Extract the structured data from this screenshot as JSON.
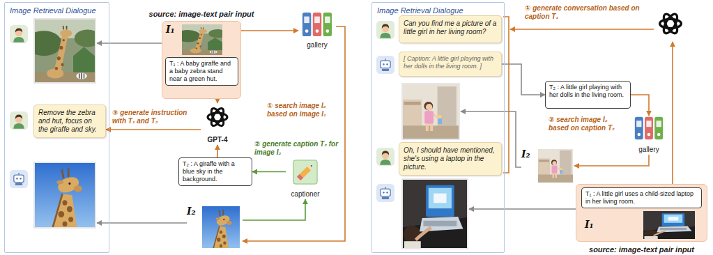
{
  "diagram": {
    "nodes": [
      {
        "text": [
          "Image Retrieval Dialogue"
        ]
      },
      {
        "text": [
          "Remove the zebra and hut, focus on the giraffe and sky."
        ],
        "in": 0
      },
      {
        "text": [
          "source: image-text pair input",
          "I₁"
        ]
      },
      {
        "text": [
          "T₁ : A baby giraffe and a baby zebra stand near a green hut."
        ],
        "in": 2
      },
      {
        "text": [
          "gallery"
        ]
      },
      {
        "text": [
          "GPT-4"
        ]
      },
      {
        "text": [
          "T₂ : A giraffe with a blue sky in the background."
        ]
      },
      {
        "text": [
          "captioner"
        ]
      },
      {
        "text": [
          "I₂"
        ]
      },
      {
        "text": [
          "Image Retrieval Dialogue"
        ]
      },
      {
        "text": [
          "Can you find me a picture of a little girl in her living room?"
        ],
        "in": 9
      },
      {
        "text": [
          "[ Caption: A little girl playing with her dolls in the living room. ]"
        ],
        "in": 9
      },
      {
        "text": [
          "Oh, I should have mentioned, she's using a laptop in the picture."
        ],
        "in": 9
      },
      {
        "text": [
          "T₂ : A little girl playing with her dolls in the living room."
        ]
      },
      {
        "text": [
          "gallery"
        ]
      },
      {
        "text": [
          "I₂"
        ]
      },
      {
        "text": [
          "I₁",
          "source: image-text pair input"
        ]
      },
      {
        "text": [
          "T₁ : A little girl uses a child-sized laptop in her living room."
        ],
        "in": 16
      }
    ],
    "edges": [
      {
        "from": 2,
        "to": 4,
        "arrow": "to"
      },
      {
        "from": 4,
        "to": 8,
        "arrow": "to",
        "label": "① search image I₂ based on image I₁"
      },
      {
        "from": 3,
        "to": 5,
        "arrow": "to"
      },
      {
        "from": 5,
        "to": 1,
        "arrow": "to",
        "label": "③ generate instruction with T₁ and T₂"
      },
      {
        "from": 6,
        "to": 5,
        "arrow": "to"
      },
      {
        "from": 7,
        "to": 6,
        "arrow": "to",
        "label": "② generate caption T₂ for image I₂"
      },
      {
        "from": 8,
        "to": 7,
        "arrow": "to"
      },
      {
        "from": 11,
        "to": 13,
        "arrow": "to"
      },
      {
        "from": 13,
        "to": 14,
        "arrow": "to",
        "label": "② search image I₂ based on caption T₂"
      },
      {
        "from": 14,
        "to": 15,
        "arrow": "to"
      }
    ],
    "labels": [
      "① generate conversation based on caption T₁"
    ]
  }
}
